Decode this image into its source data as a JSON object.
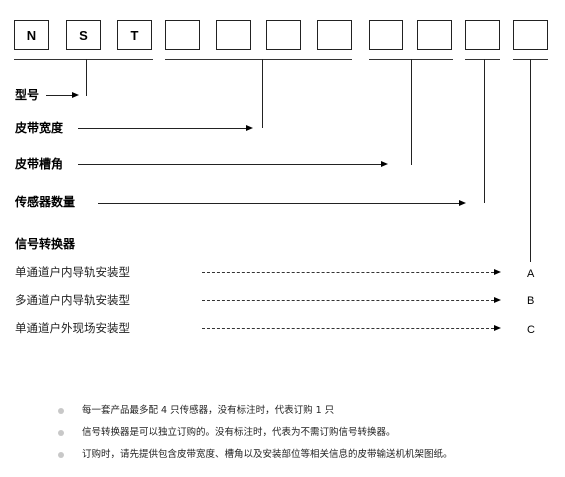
{
  "boxes": [
    "N",
    "S",
    "T",
    "",
    "",
    "",
    "",
    "",
    "",
    ""
  ],
  "fields": {
    "model": "型号",
    "belt_width": "皮带宽度",
    "trough_angle": "皮带槽角",
    "sensor_count": "传感器数量"
  },
  "converter": {
    "title": "信号转换器",
    "options": [
      {
        "label": "单通道户内导轨安装型",
        "code": "A"
      },
      {
        "label": "多通道户内导轨安装型",
        "code": "B"
      },
      {
        "label": "单通道户外现场安装型",
        "code": "C"
      }
    ]
  },
  "notes": [
    "每一套产品最多配 4 只传感器，没有标注时，代表订购 1 只",
    "信号转换器是可以独立订购的。没有标注时，代表为不需订购信号转换器。",
    "订购时，请先提供包含皮带宽度、槽角以及安装部位等相关信息的皮带输送机机架图纸。"
  ],
  "colors": {
    "line": "#222222",
    "bullet": "#c8c8c8"
  }
}
